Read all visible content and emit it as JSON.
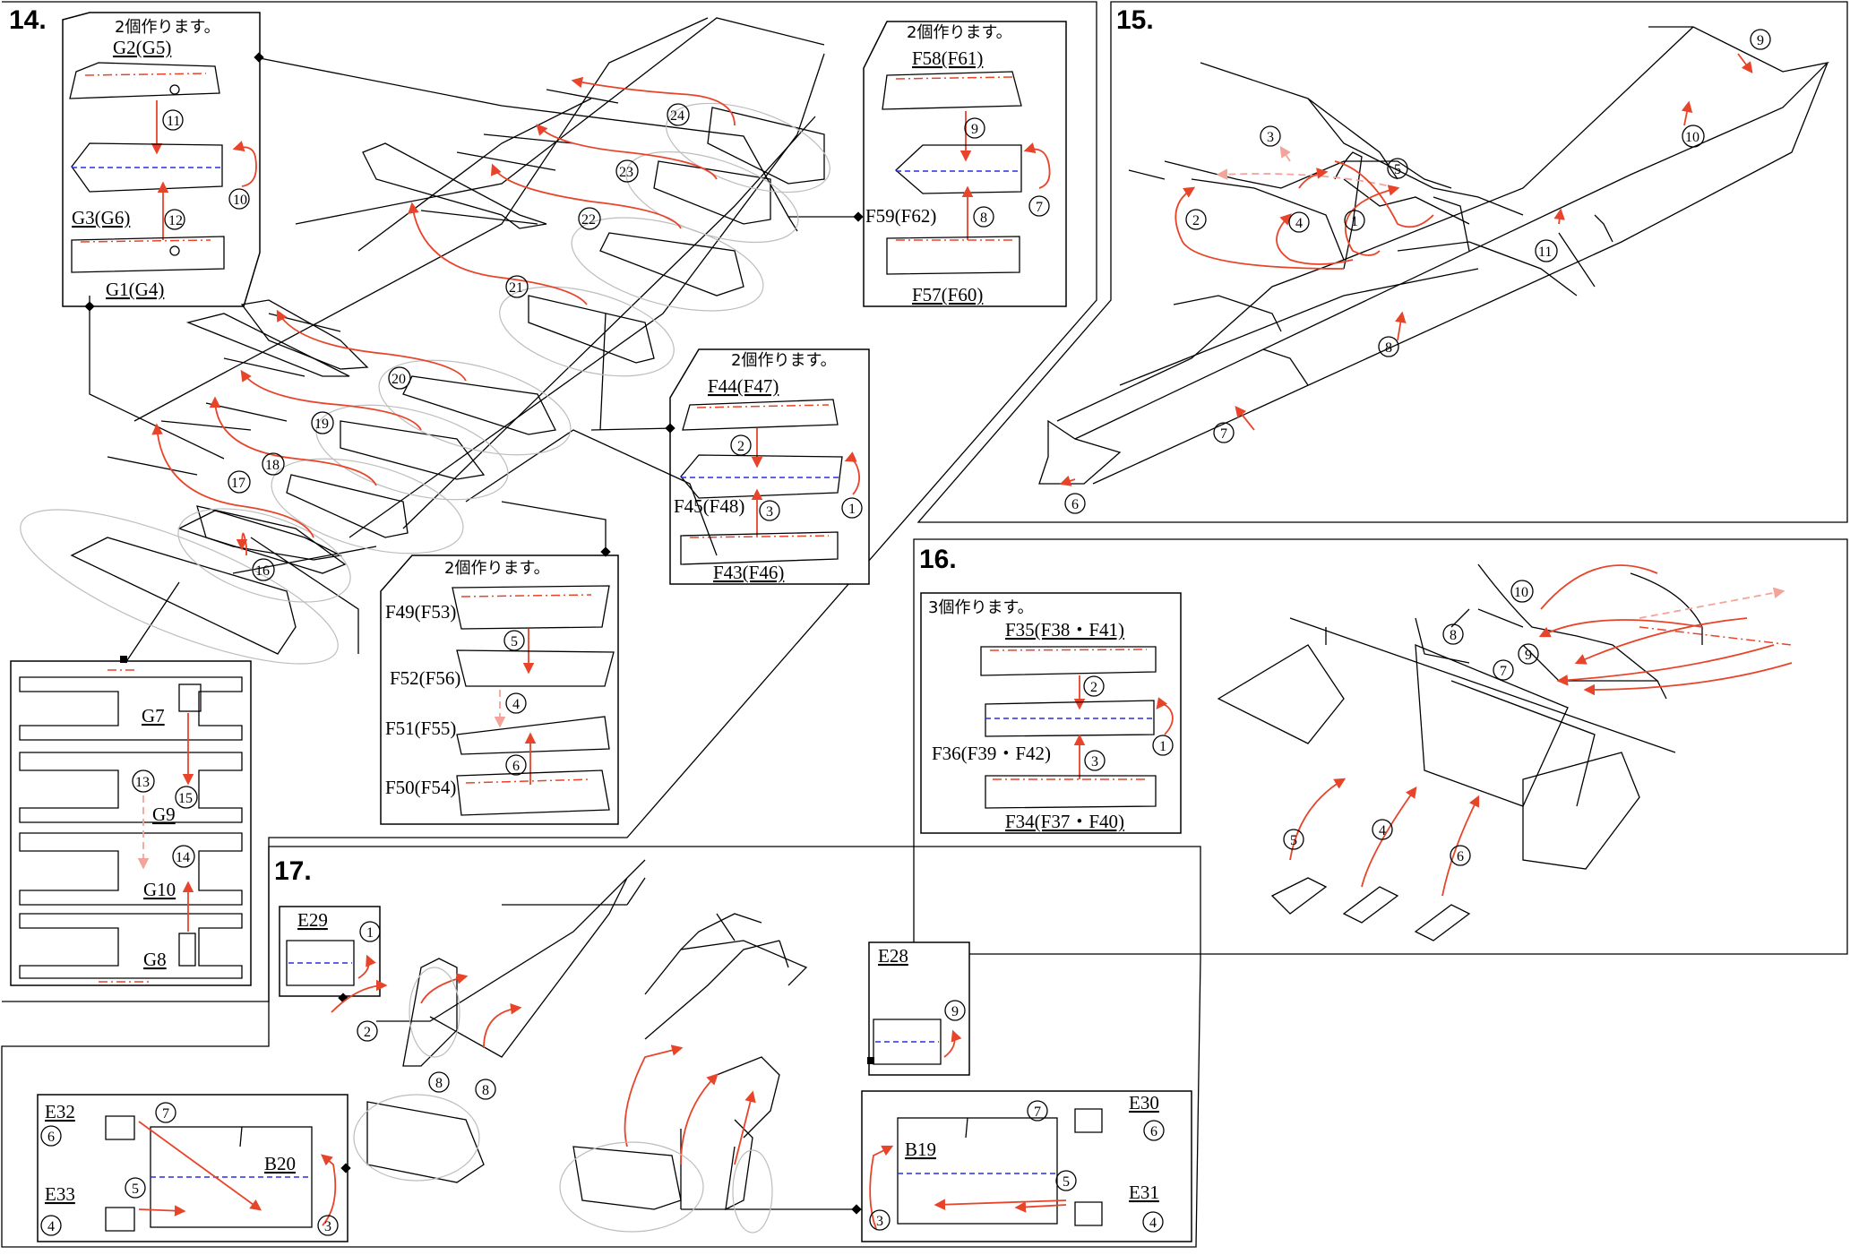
{
  "steps": {
    "s14": "14.",
    "s15": "15.",
    "s16": "16.",
    "s17": "17."
  },
  "notes": {
    "make2": "2個作ります。",
    "make3": "3個作ります。"
  },
  "parts": {
    "g2g5": "G2(G5)",
    "g3g6": "G3(G6)",
    "g1g4": "G1(G4)",
    "f58f61": "F58(F61)",
    "f59f62": "F59(F62)",
    "f57f60": "F57(F60)",
    "f44f47": "F44(F47)",
    "f45f48": "F45(F48)",
    "f43f46": "F43(F46)",
    "f49f53": "F49(F53)",
    "f52f56": "F52(F56)",
    "f51f55": "F51(F55)",
    "f50f54": "F50(F54)",
    "g7": "G7",
    "g9": "G9",
    "g10": "G10",
    "g8": "G8",
    "f35": "F35(F38・F41)",
    "f36": "F36(F39・F42)",
    "f34": "F34(F37・F40)",
    "e29": "E29",
    "e28": "E28",
    "e32": "E32",
    "e33": "E33",
    "b20": "B20",
    "b19": "B19",
    "e30": "E30",
    "e31": "E31"
  },
  "nums": {
    "n1": "1",
    "n2": "2",
    "n3": "3",
    "n4": "4",
    "n5": "5",
    "n6": "6",
    "n7": "7",
    "n8": "8",
    "n9": "9",
    "n10": "10",
    "n11": "11",
    "n12": "12",
    "n13": "13",
    "n14": "14",
    "n15": "15",
    "n16": "16",
    "n17": "17",
    "n18": "18",
    "n19": "19",
    "n20": "20",
    "n21": "21",
    "n22": "22",
    "n23": "23",
    "n24": "24"
  },
  "colors": {
    "arrow": "#e8442a",
    "fold_line": "#2a2ee0",
    "ghost": "#bdbdbd"
  }
}
